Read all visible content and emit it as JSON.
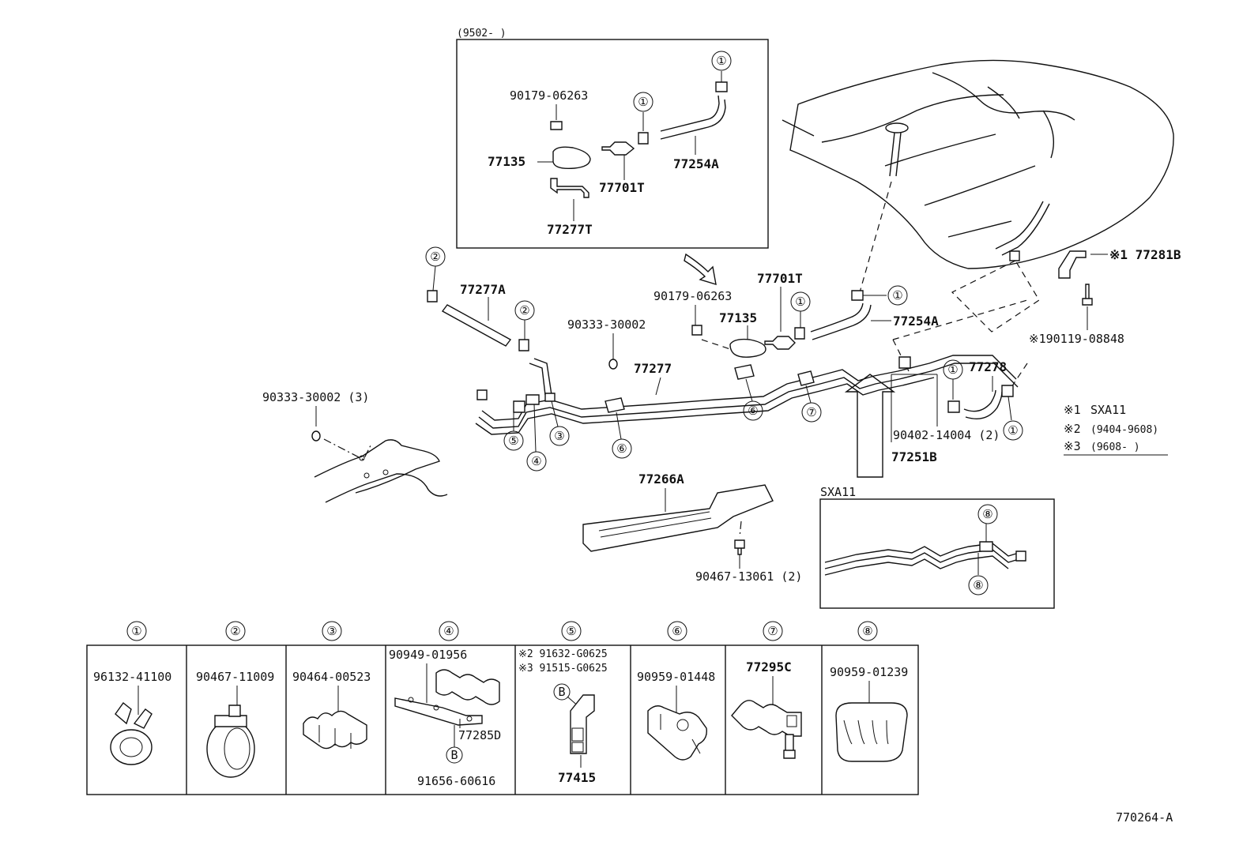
{
  "diagram_code": "770264-A",
  "inset_top": {
    "date_range": "(9502-        )",
    "labels": {
      "bolt": "90179-06263",
      "canister": "77135",
      "valve": "77701T",
      "hose": "77254A",
      "bracket": "77277T"
    }
  },
  "main": {
    "labels": {
      "rod": "77277A",
      "grommet_top": "90333-30002",
      "grommet_left": "90333-30002 (3)",
      "bolt": "90179-06263",
      "canister": "77135",
      "valve": "77701T",
      "hose": "77254A",
      "tube": "77277",
      "hose_right": "77278",
      "clamp_set": "90402-14004 (2)",
      "tube_sub": "77251B",
      "protector": "77266A",
      "protector_clip": "90467-13061 (2)",
      "bracket_right": "※1 77281B",
      "bolt_right": "※190119-08848"
    }
  },
  "notes": [
    {
      "mark": "※1",
      "text": "SXA11"
    },
    {
      "mark": "※2",
      "text": "(9404-9608)"
    },
    {
      "mark": "※3",
      "text": "(9608-        )"
    }
  ],
  "inset_sxa11": {
    "title": "SXA11"
  },
  "callouts": [
    "①",
    "②",
    "③",
    "④",
    "⑤",
    "⑥",
    "⑦",
    "⑧"
  ],
  "parts_table": [
    {
      "key": "①",
      "lines": [
        "96132-41100"
      ]
    },
    {
      "key": "②",
      "lines": [
        "90467-11009"
      ]
    },
    {
      "key": "③",
      "lines": [
        "90464-00523"
      ]
    },
    {
      "key": "④",
      "lines": [
        "90949-01956",
        "77285D",
        "91656-60616"
      ],
      "marker": "B"
    },
    {
      "key": "⑤",
      "lines": [
        "※2 91632-G0625",
        "※3 91515-G0625",
        "77415"
      ],
      "marker": "B"
    },
    {
      "key": "⑥",
      "lines": [
        "90959-01448"
      ]
    },
    {
      "key": "⑦",
      "lines": [
        "77295C"
      ]
    },
    {
      "key": "⑧",
      "lines": [
        "90959-01239"
      ]
    }
  ]
}
